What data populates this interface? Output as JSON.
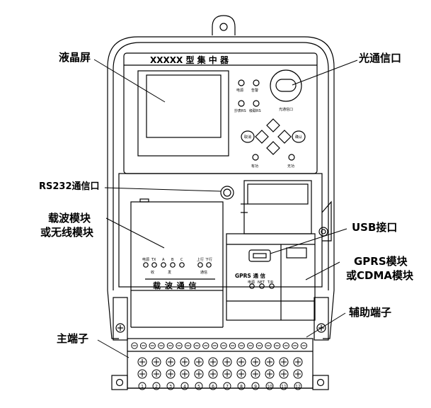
{
  "device": {
    "model_title": "XXXXX 型 集 中 器",
    "indicators": [
      "电源",
      "告警",
      "抄表RS",
      "级联RS"
    ],
    "optical_port_caption": "光通信口",
    "keys": {
      "left": "取消",
      "right": "确认"
    },
    "key_captions": [
      "有功",
      "无功"
    ],
    "carrier_module": {
      "title": "载 波 通 信",
      "led_labels": [
        "电源",
        "TX",
        "A",
        "B",
        "C"
      ],
      "led_labels_2": [
        "上行",
        "下行"
      ],
      "under_labels": [
        "收",
        "发"
      ],
      "under_labels_2": [
        "通信"
      ]
    },
    "gprs_module": {
      "title": "GPRS 通 信",
      "led_labels": [
        "电源",
        "NET",
        "T/R"
      ]
    },
    "terminal_numbers": [
      "1",
      "2",
      "3",
      "4",
      "5",
      "6",
      "7",
      "8",
      "9",
      "10",
      "11",
      "12"
    ]
  },
  "callouts": {
    "lcd": "液晶屏",
    "optical_port": "光通信口",
    "rs232": "RS232通信口",
    "carrier_line1": "载波模块",
    "carrier_line2": "或无线模块",
    "usb": "USB接口",
    "gprs_line1": "GPRS模块",
    "gprs_line2": "或CDMA模块",
    "aux_terminal": "辅助端子",
    "main_terminal": "主端子"
  }
}
